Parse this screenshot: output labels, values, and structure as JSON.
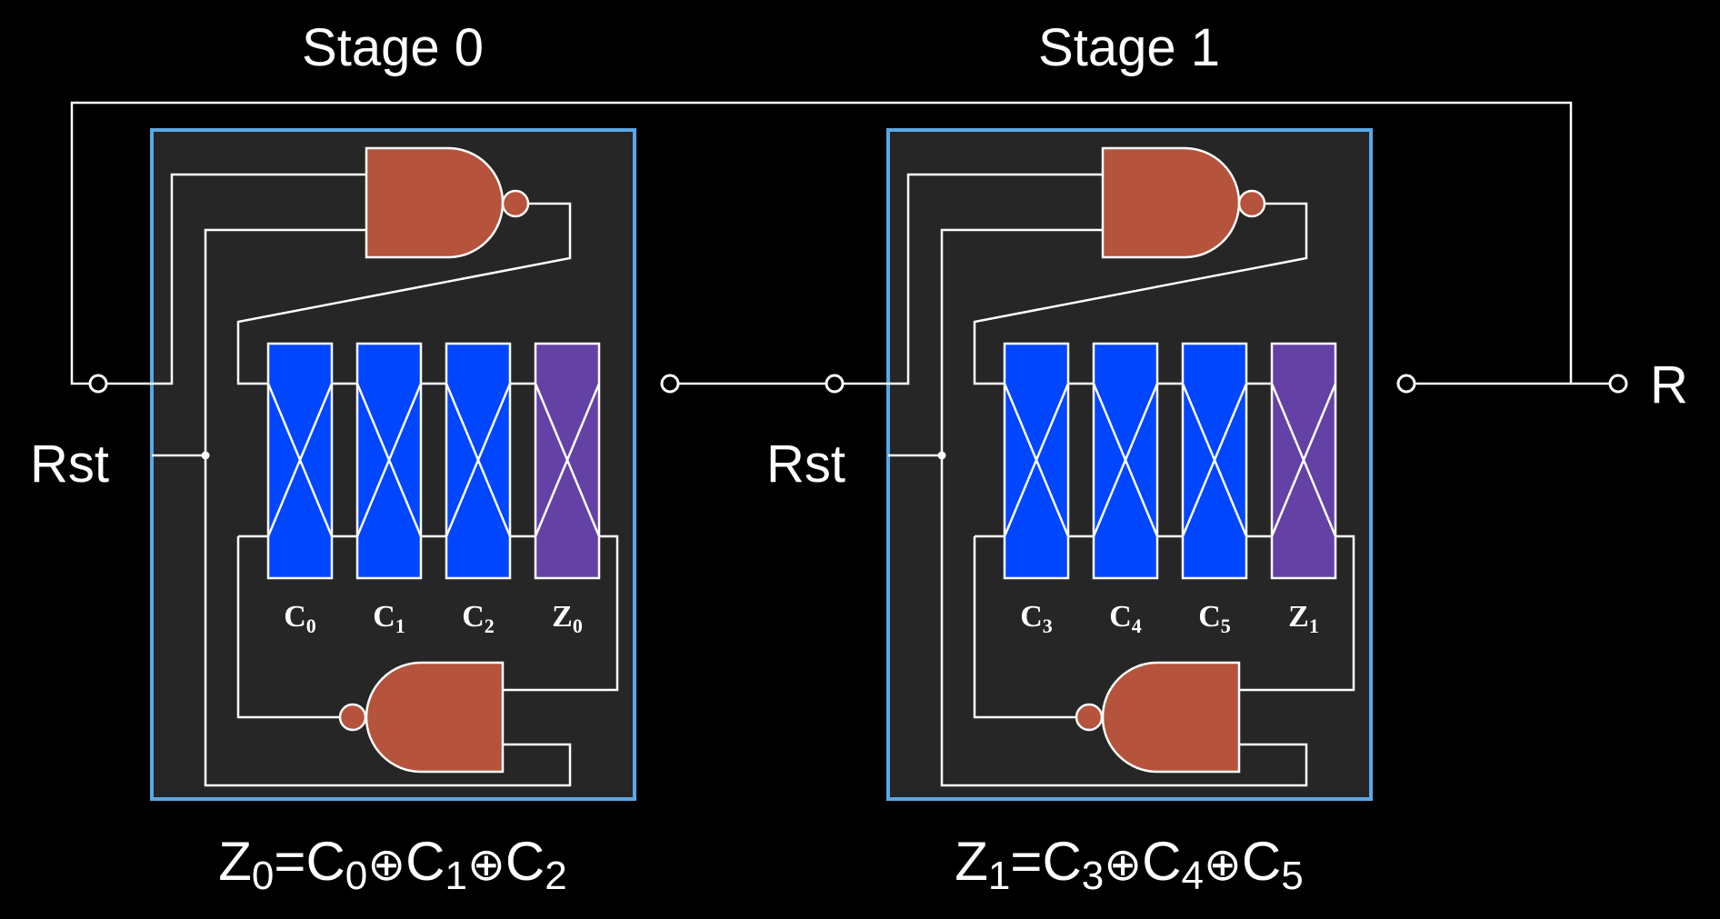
{
  "stages": [
    {
      "title": "Stage 0",
      "rst_label": "Rst",
      "cells": [
        {
          "main": "C",
          "sub": "0",
          "color": "blue"
        },
        {
          "main": "C",
          "sub": "1",
          "color": "blue"
        },
        {
          "main": "C",
          "sub": "2",
          "color": "blue"
        },
        {
          "main": "Z",
          "sub": "0",
          "color": "purple"
        }
      ],
      "formula": [
        {
          "t": "Z"
        },
        {
          "t": "0",
          "sub": true
        },
        {
          "t": "=C"
        },
        {
          "t": "0",
          "sub": true
        },
        {
          "t": "⊕",
          "op": true
        },
        {
          "t": "C"
        },
        {
          "t": "1",
          "sub": true
        },
        {
          "t": "⊕",
          "op": true
        },
        {
          "t": "C"
        },
        {
          "t": "2",
          "sub": true
        }
      ]
    },
    {
      "title": "Stage 1",
      "rst_label": "Rst",
      "cells": [
        {
          "main": "C",
          "sub": "3",
          "color": "blue"
        },
        {
          "main": "C",
          "sub": "4",
          "color": "blue"
        },
        {
          "main": "C",
          "sub": "5",
          "color": "blue"
        },
        {
          "main": "Z",
          "sub": "1",
          "color": "purple"
        }
      ],
      "formula": [
        {
          "t": "Z"
        },
        {
          "t": "1",
          "sub": true
        },
        {
          "t": "=C"
        },
        {
          "t": "3",
          "sub": true
        },
        {
          "t": "⊕",
          "op": true
        },
        {
          "t": "C"
        },
        {
          "t": "4",
          "sub": true
        },
        {
          "t": "⊕",
          "op": true
        },
        {
          "t": "C"
        },
        {
          "t": "5",
          "sub": true
        }
      ]
    }
  ],
  "output_label": "R",
  "colors": {
    "background": "#000000",
    "stage_fill": "#262626",
    "stage_border": "#5aa7e6",
    "gate": "#b5533c",
    "cell_blue": "#0046ff",
    "cell_purple": "#6441a5",
    "wire": "#ffffff"
  }
}
